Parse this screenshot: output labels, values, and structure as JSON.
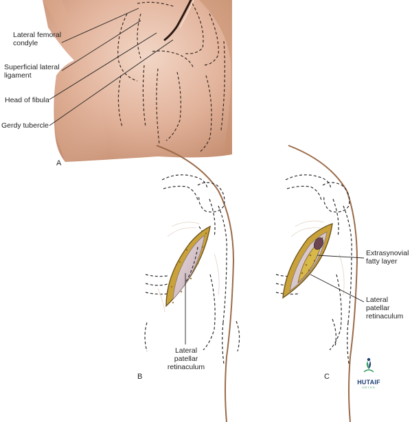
{
  "panel_a": {
    "label": "A",
    "callouts": [
      "Lateral femoral\ncondyle",
      "Superficial lateral\nligament",
      "Head of fibula",
      "Gerdy tubercle"
    ]
  },
  "panel_b": {
    "label": "B",
    "callout": "Lateral\npatellar\nretinaculum"
  },
  "panel_c": {
    "label": "C",
    "callouts": [
      "Extrasynovial\nfatty layer",
      "Lateral patellar\nretinaculum"
    ]
  },
  "logo": {
    "name": "HUTAIF",
    "sub": "ORTHO"
  },
  "colors": {
    "skin": "#dda88c",
    "skin_shadow": "#b97f63",
    "outline": "#9a6a48",
    "incision_border": "#c9a23a",
    "retinaculum": "#d8c8cc",
    "fat": "#d9b84a",
    "logo_blue": "#1e3f73",
    "logo_green": "#2b9d5a"
  }
}
